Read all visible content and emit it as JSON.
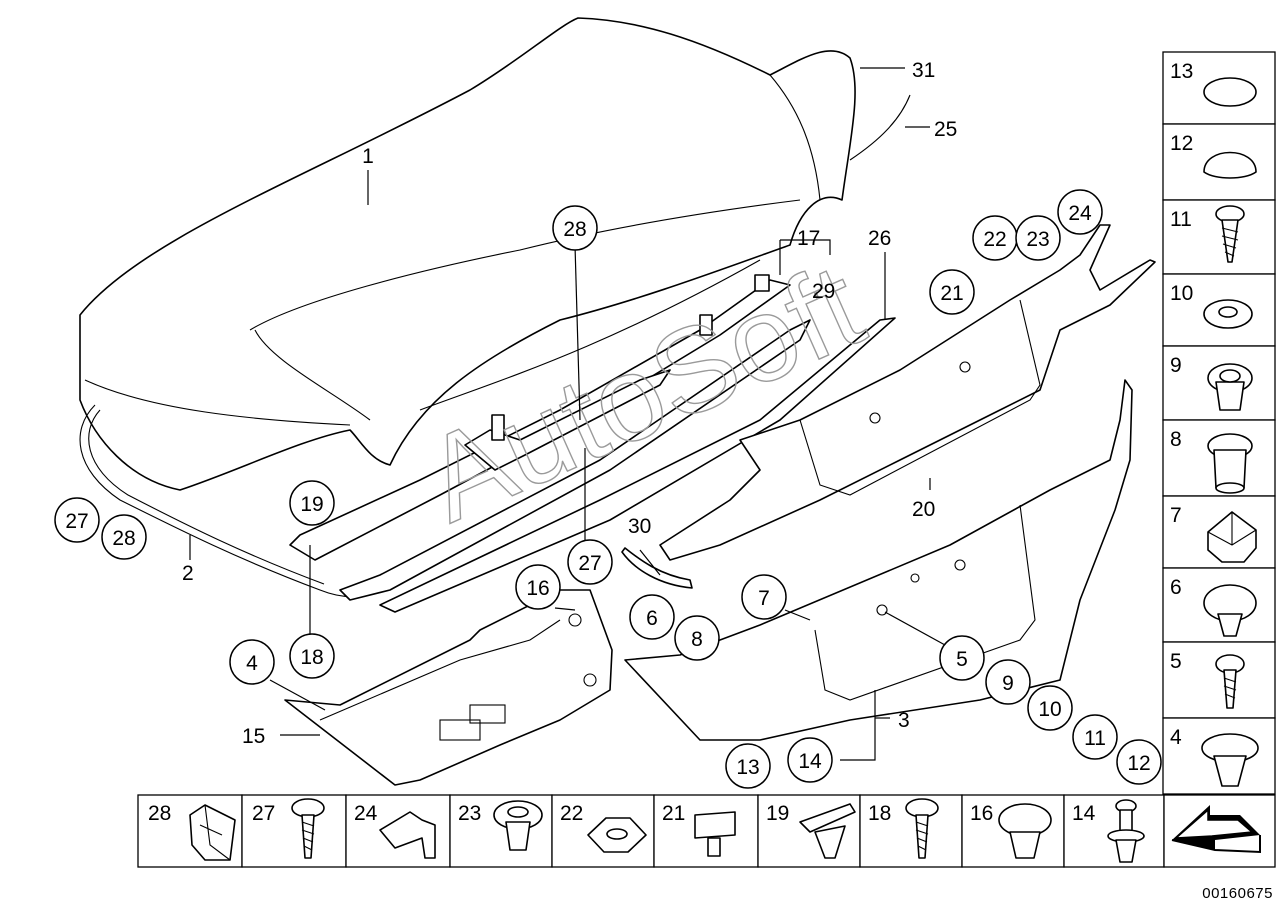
{
  "diagram": {
    "doc_number": "00160675",
    "watermark": "AutoSoft",
    "callouts": [
      "1",
      "2",
      "3",
      "4",
      "5",
      "6",
      "7",
      "8",
      "9",
      "10",
      "11",
      "12",
      "13",
      "14",
      "15",
      "16",
      "17",
      "18",
      "19",
      "20",
      "21",
      "22",
      "23",
      "24",
      "25",
      "26",
      "27",
      "28",
      "29",
      "30",
      "31"
    ],
    "legend_right": [
      "13",
      "12",
      "11",
      "10",
      "9",
      "8",
      "7",
      "6",
      "5",
      "4"
    ],
    "legend_bottom": [
      "28",
      "27",
      "24",
      "23",
      "22",
      "21",
      "19",
      "18",
      "16",
      "14"
    ]
  }
}
